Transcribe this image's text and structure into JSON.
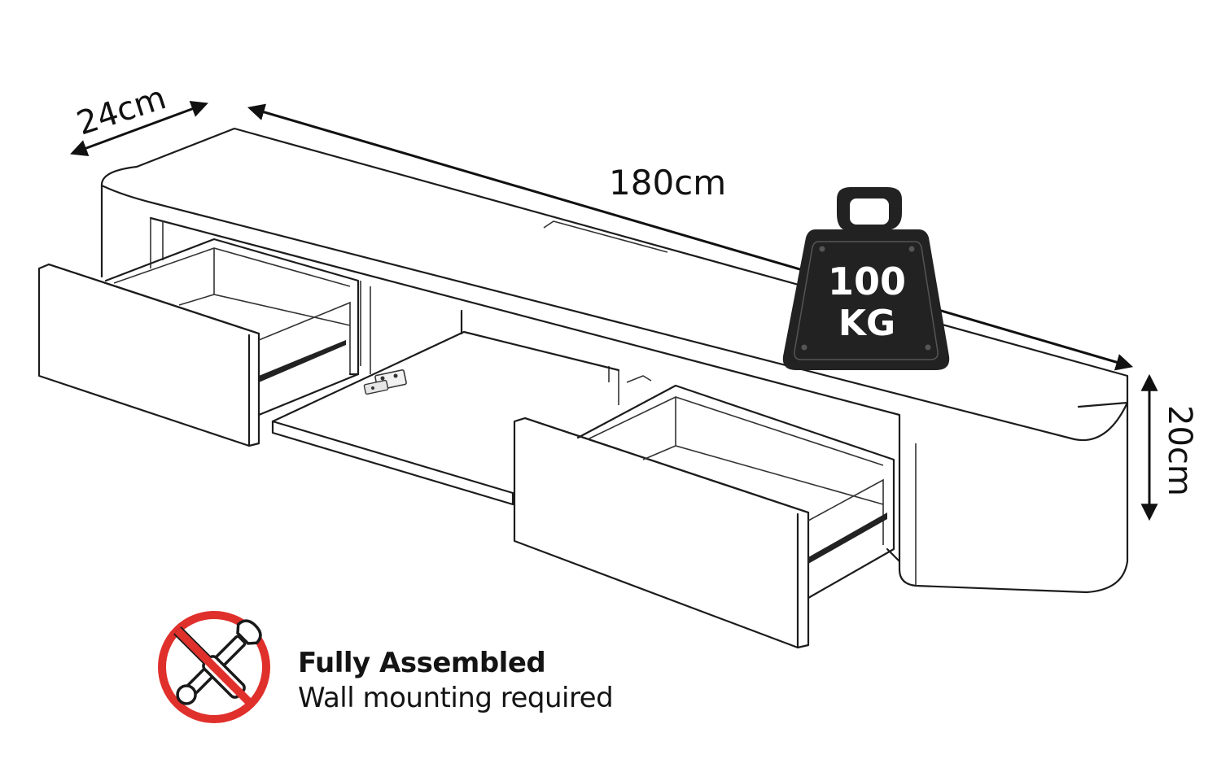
{
  "dimensions": {
    "depth_label": "24cm",
    "width_label": "180cm",
    "height_label": "20cm"
  },
  "weight_badge": {
    "value": "100",
    "unit": "KG",
    "color": "#222222"
  },
  "assembly_note": {
    "title": "Fully Assembled",
    "subtitle": "Wall mounting required",
    "icon": "no-tools-icon",
    "icon_color": "#e0302c"
  }
}
